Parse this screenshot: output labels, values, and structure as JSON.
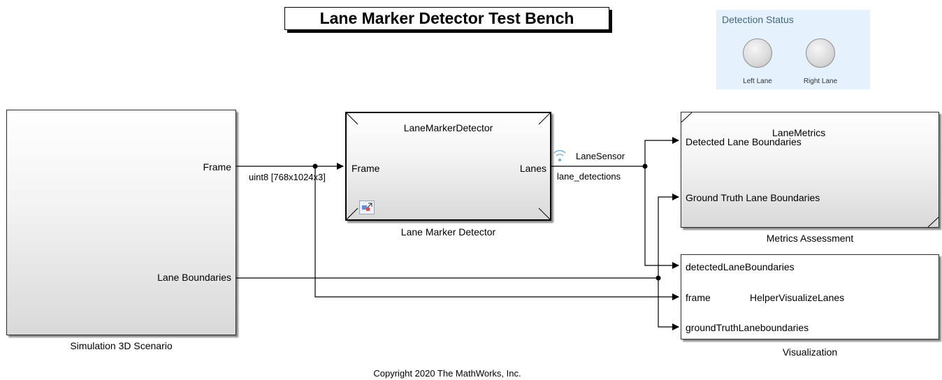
{
  "title": "Lane Marker Detector Test Bench",
  "status_panel": {
    "title": "Detection Status",
    "lamps": [
      {
        "label": "Left Lane"
      },
      {
        "label": "Right Lane"
      }
    ]
  },
  "blocks": {
    "simulation": {
      "name": "Simulation 3D Scenario",
      "ports": {
        "frame": "Frame",
        "lane_boundaries": "Lane Boundaries"
      }
    },
    "detector": {
      "name": "Lane Marker Detector",
      "inner_title": "LaneMarkerDetector",
      "ports": {
        "frame": "Frame",
        "lanes": "Lanes"
      }
    },
    "metrics": {
      "name": "Metrics Assessment",
      "inner_title": "LaneMetrics",
      "ports": {
        "detected": "Detected Lane Boundaries",
        "ground_truth": "Ground Truth Lane Boundaries"
      }
    },
    "visualization": {
      "name": "Visualization",
      "inner_title": "HelperVisualizeLanes",
      "ports": {
        "detected": "detectedLaneBoundaries",
        "frame": "frame",
        "ground_truth": "groundTruthLaneboundaries"
      }
    }
  },
  "signals": {
    "frame_type": "uint8 [768x1024x3]",
    "lane_sensor": "LaneSensor",
    "lane_detections": "lane_detections"
  },
  "copyright": "Copyright 2020 The MathWorks, Inc.",
  "colors": {
    "status_bg": "#e5f1fc",
    "status_title": "#46677f",
    "wire": "#000000"
  }
}
